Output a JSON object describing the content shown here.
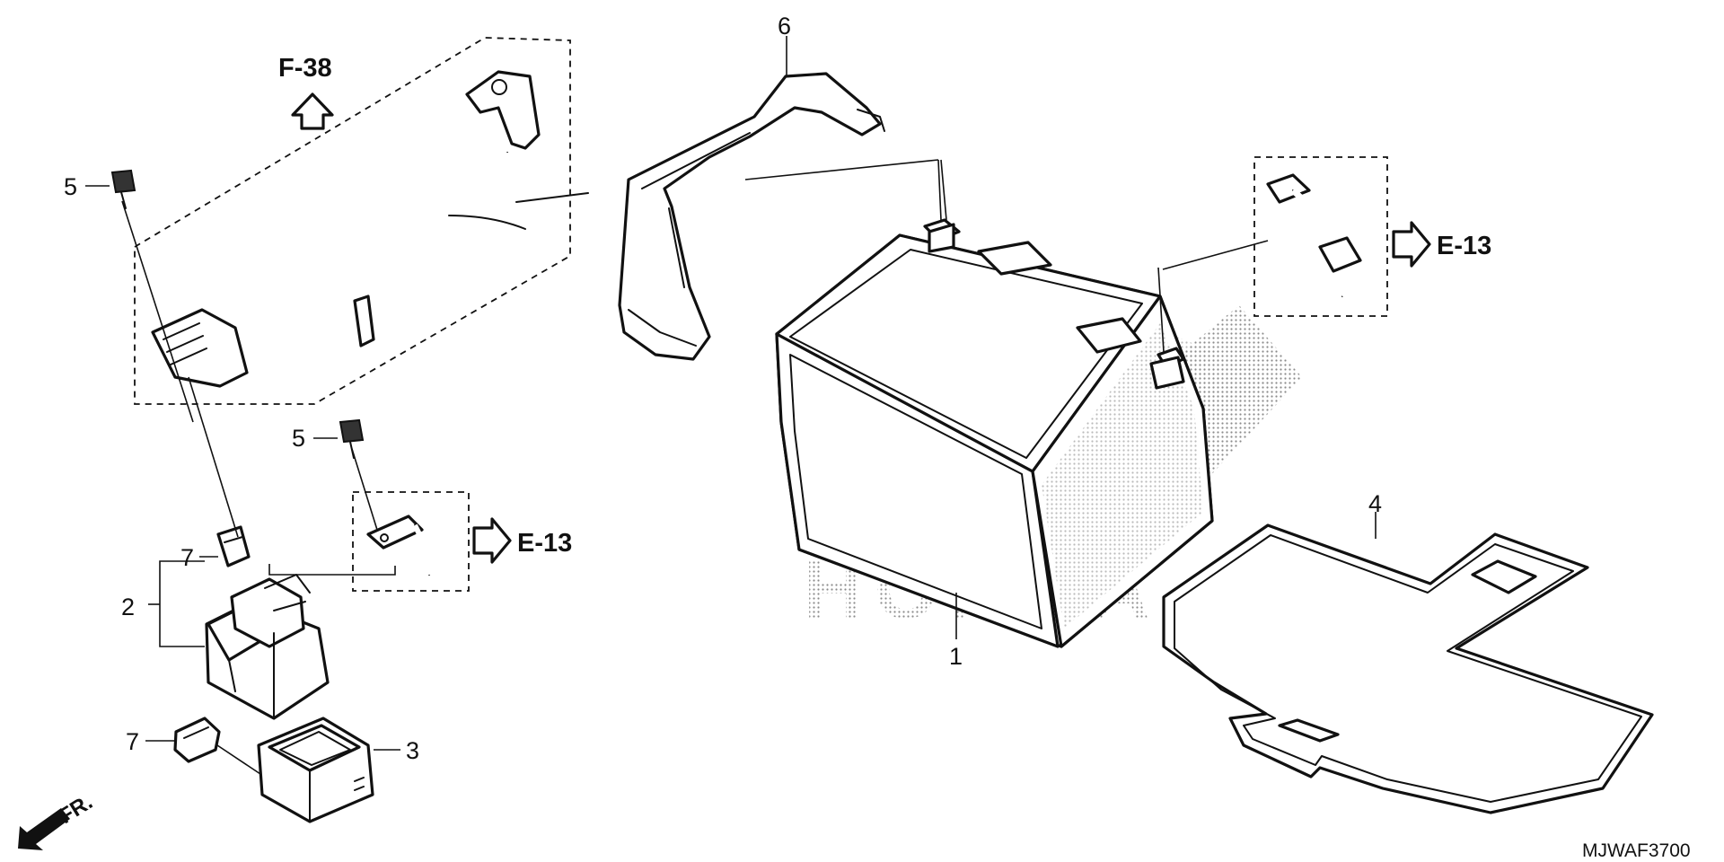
{
  "diagram": {
    "callouts": {
      "battery": "1",
      "relay": "2",
      "cover": "3",
      "tray": "4",
      "bolt_upper": "5",
      "bolt_lower": "5",
      "band": "6",
      "fuse_upper": "7",
      "fuse_lower": "7"
    },
    "refs": {
      "upper": "F-38",
      "right": "E-13",
      "lower": "E-13"
    },
    "front_label": "FR.",
    "code": "MJWAF3700",
    "watermark_glyph": "HONDA"
  }
}
